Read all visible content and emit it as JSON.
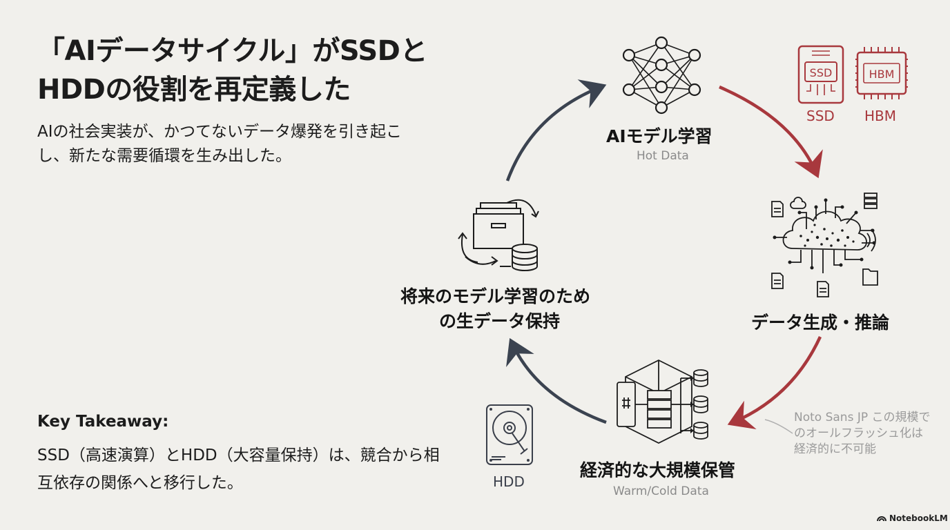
{
  "title": "「AIデータサイクル」がSSDとHDDの役割を再定義した",
  "subtitle": "AIの社会実装が、かつてないデータ爆発を引き起こし、新たな需要循環を生み出した。",
  "key_takeaway": {
    "heading": "Key Takeaway:",
    "body": "SSD（高速演算）とHDD（大容量保持）は、競合から相互依存の関係へと移行した。"
  },
  "cycle": {
    "training": {
      "title": "AIモデル学習",
      "subtitle": "Hot Data",
      "icon": "neural-network-icon"
    },
    "generation": {
      "title": "データ生成・推論",
      "icon": "data-cloud-icon"
    },
    "storage": {
      "title": "経済的な大規模保管",
      "subtitle": "Warm/Cold Data",
      "icon": "server-storage-icon"
    },
    "retention": {
      "title_line1": "将来のモデル学習のため",
      "title_line2": "の生データ保持",
      "icon": "archive-cycle-icon"
    }
  },
  "badges": {
    "ssd_chip": "SSD",
    "ssd_label": "SSD",
    "hbm_chip": "HBM",
    "hbm_label": "HBM",
    "hdd_label": "HDD"
  },
  "annotation": "Noto Sans JP この規模でのオールフラッシュ化は経済的に不可能",
  "branding": "NotebookLM",
  "colors": {
    "background": "#f1f0ec",
    "accent_red": "#a8383d",
    "arrow_dark": "#3b4350",
    "text": "#1c1c1c"
  }
}
